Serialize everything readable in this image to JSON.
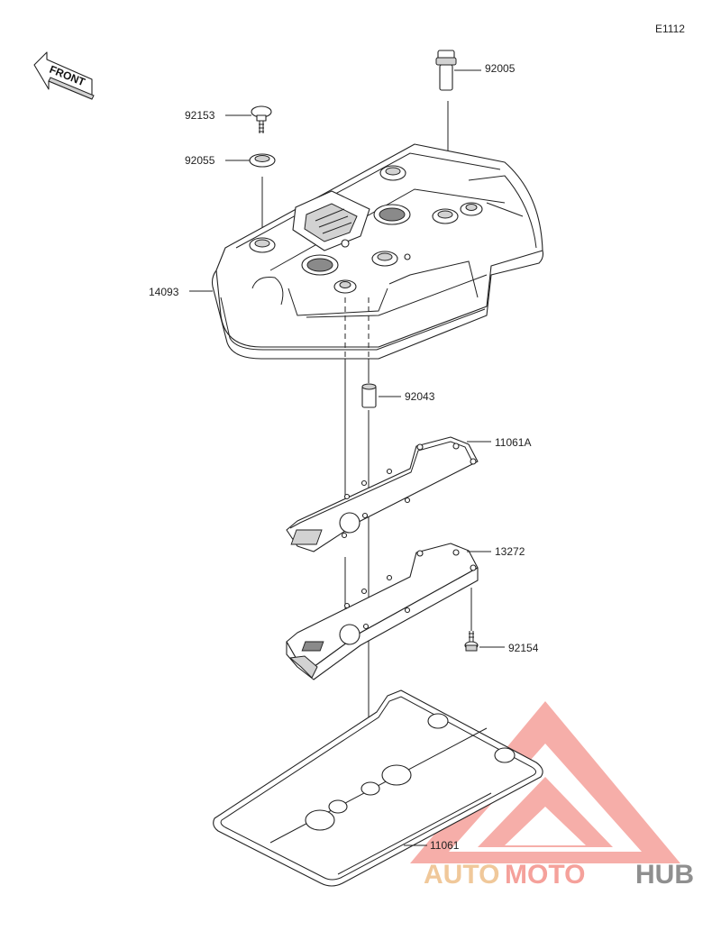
{
  "diagram_code": "E1112",
  "front_label": "FRONT",
  "parts": {
    "breather_fitting": "92005",
    "bolt_top": "92153",
    "washer_seal": "92055",
    "head_cover": "14093",
    "dowel_pin": "92043",
    "gasket_a": "11061A",
    "plate": "13272",
    "bolt_plate": "92154",
    "gasket_cover": "11061"
  },
  "watermark": {
    "word_1": "AUTO",
    "word_2": "MOTO",
    "word_3": "HUB",
    "color_primary": "#f5a19b",
    "color_secondary": "#f0c89a",
    "color_dark": "#8f8f8f"
  }
}
